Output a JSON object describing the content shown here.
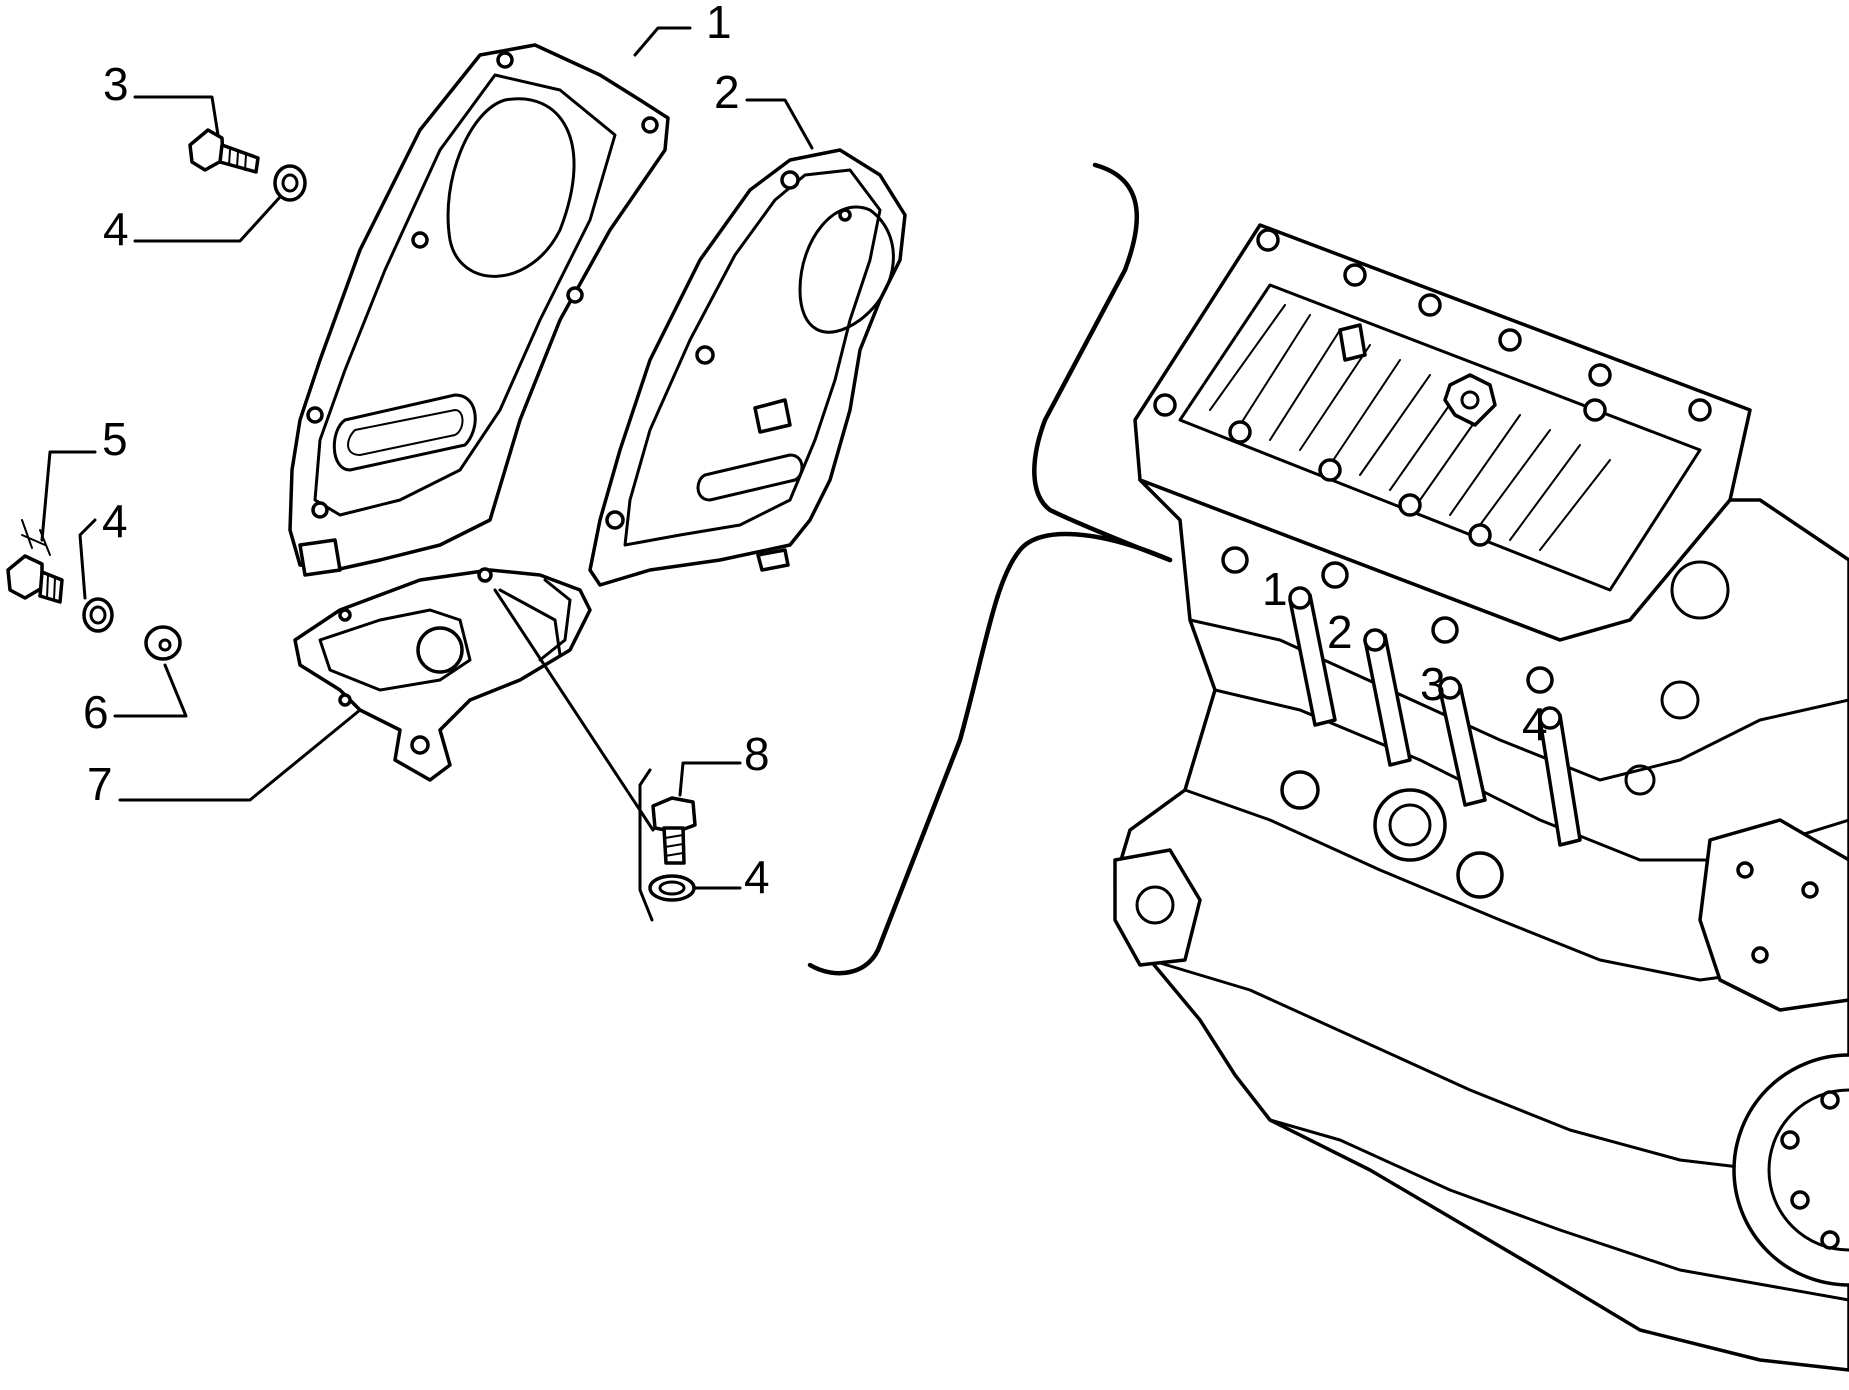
{
  "callouts": [
    {
      "id": "1",
      "label": "1"
    },
    {
      "id": "2",
      "label": "2"
    },
    {
      "id": "3",
      "label": "3"
    },
    {
      "id": "4a",
      "label": "4"
    },
    {
      "id": "5",
      "label": "5"
    },
    {
      "id": "4b",
      "label": "4"
    },
    {
      "id": "6",
      "label": "6"
    },
    {
      "id": "7",
      "label": "7"
    },
    {
      "id": "8",
      "label": "8"
    },
    {
      "id": "4c",
      "label": "4"
    }
  ],
  "engine_markings": {
    "cyl1": "1",
    "cyl2": "2",
    "cyl3": "3",
    "cyl4": "4"
  }
}
